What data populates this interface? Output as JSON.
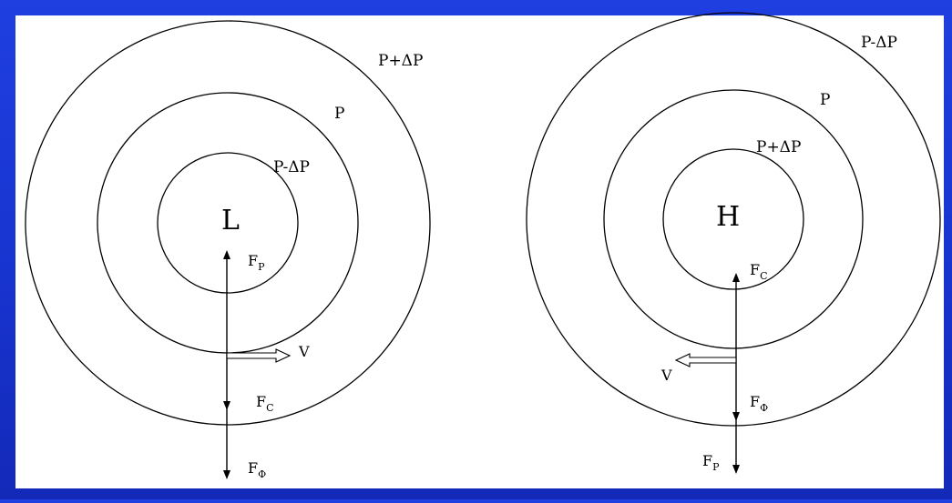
{
  "colors": {
    "background": "#1f3fe0",
    "panel": "#ffffff",
    "ink": "#000000"
  },
  "low": {
    "center_label": "L",
    "isobars": {
      "outer": "P+ΔP",
      "middle": "P",
      "inner": "P-ΔP"
    },
    "forces": {
      "pressure": {
        "main": "F",
        "sub": "P"
      },
      "centrifugal": {
        "main": "F",
        "sub": "C"
      },
      "coriolis": {
        "main": "F",
        "sub": "Φ"
      }
    },
    "velocity": "V"
  },
  "high": {
    "center_label": "H",
    "isobars": {
      "outer": "P-ΔP",
      "middle": "P",
      "inner": "P+ΔP"
    },
    "forces": {
      "centrifugal": {
        "main": "F",
        "sub": "C"
      },
      "coriolis": {
        "main": "F",
        "sub": "Φ"
      },
      "pressure": {
        "main": "F",
        "sub": "P"
      }
    },
    "velocity": "V"
  }
}
